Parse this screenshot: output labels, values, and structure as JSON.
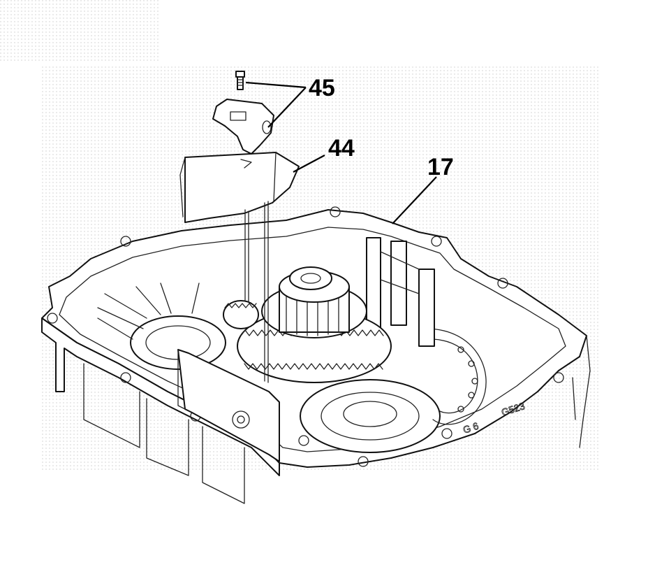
{
  "diagram": {
    "callouts": [
      {
        "id": "45",
        "label": "45"
      },
      {
        "id": "44",
        "label": "44"
      },
      {
        "id": "17",
        "label": "17"
      }
    ],
    "housing_markings": [
      "G 6",
      "G523"
    ]
  }
}
